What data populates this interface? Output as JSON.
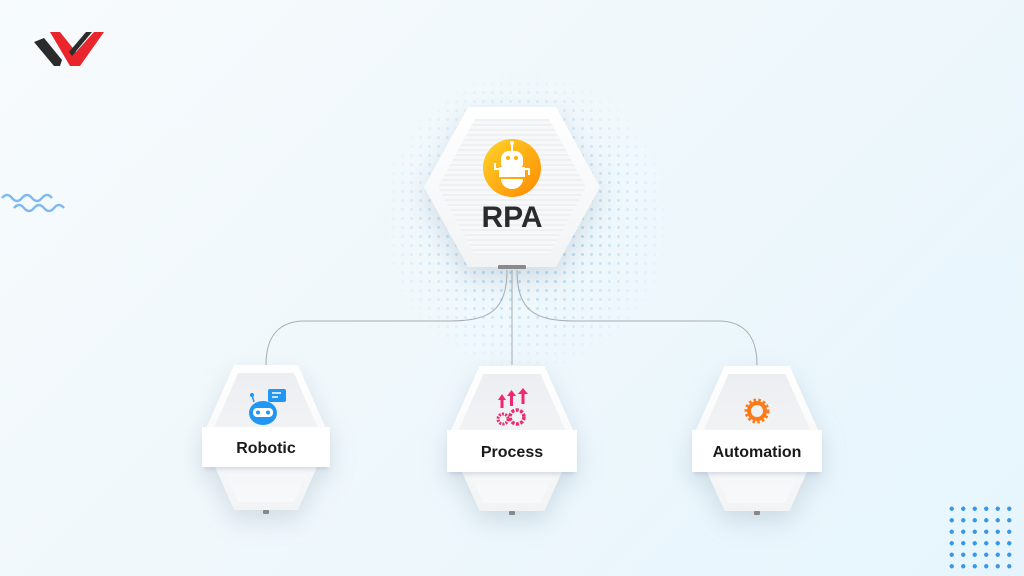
{
  "logo": {
    "name": "brand-logo",
    "colors": {
      "primary": "#e8262c",
      "secondary": "#2b2b2b"
    }
  },
  "diagram": {
    "root": {
      "label": "RPA",
      "icon": "robot-icon",
      "icon_color": "#ffb300"
    },
    "children": [
      {
        "label": "Robotic",
        "icon": "chatbot-icon",
        "icon_color": "#2196f3"
      },
      {
        "label": "Process",
        "icon": "arrows-gears-icon",
        "icon_color": "#f0286e"
      },
      {
        "label": "Automation",
        "icon": "gear-icon",
        "icon_color": "#ff7a1a"
      }
    ]
  },
  "decorations": {
    "wave_color": "#7fb9f0",
    "dot_grid_color": "#3a97e8"
  }
}
